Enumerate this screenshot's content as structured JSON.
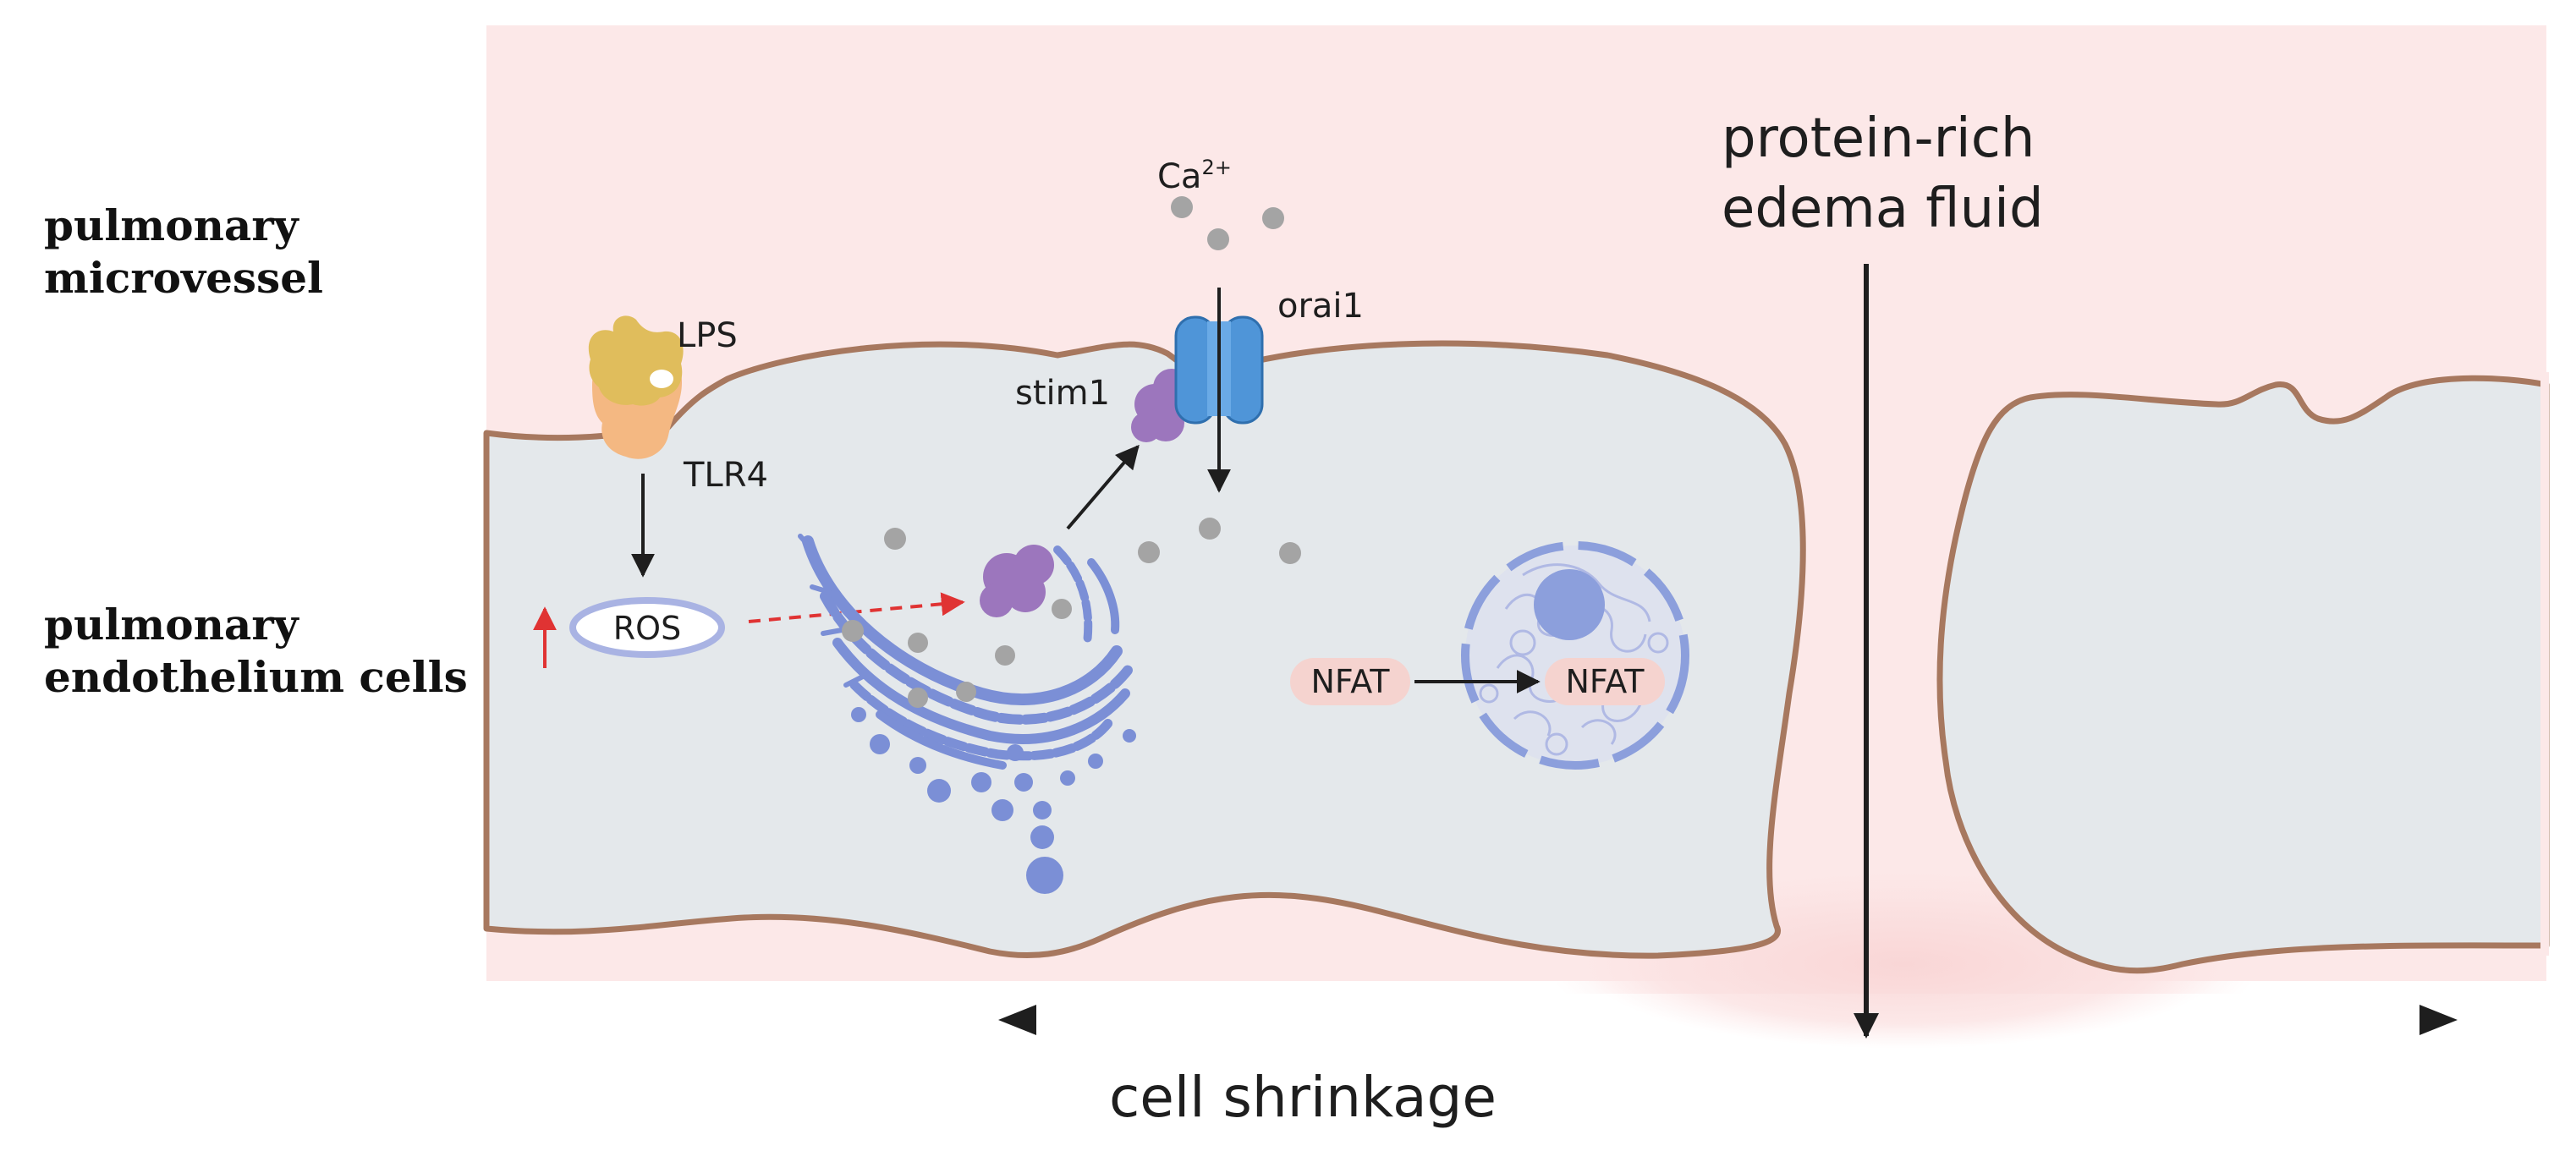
{
  "labels": {
    "region_top_line1": "pulmonary",
    "region_top_line2": "microvessel",
    "region_bottom_line1": "pulmonary",
    "region_bottom_line2": "endothelium cells",
    "lps": "LPS",
    "tlr4": "TLR4",
    "ros": "ROS",
    "ca_base": "Ca",
    "ca_charge": "2+",
    "orai1": "orai1",
    "stim1": "stim1",
    "nfat_cytoplasm": "NFAT",
    "nfat_nucleus": "NFAT",
    "edema_line1": "protein-rich",
    "edema_line2": "edema fluid",
    "shrinkage": "cell shrinkage"
  },
  "colors": {
    "vessel_background": "#fce8e8",
    "cell_fill": "#e4e8eb",
    "membrane": "#a7785f",
    "lps": "#e0bd5c",
    "tlr4": "#f4b882",
    "ros_ring": "#a9b3e3",
    "er": "#7b8fd6",
    "stim1": "#9c76bd",
    "orai1": "#4f95d8",
    "nucleus": "#8c9fdc",
    "nfat_pill": "#f5d3cf",
    "calcium_ion": "#a4a4a4",
    "ros_increase_arrow": "#e03333",
    "ros_to_er_arrow": "#e03333",
    "arrow": "#1e1e1e"
  },
  "icons": {
    "lps": "lps-molecule-icon",
    "tlr4": "tlr4-receptor-icon",
    "er": "endoplasmic-reticulum-icon",
    "stim1": "stim1-protein-icon",
    "orai1": "orai1-channel-icon",
    "nucleus": "nucleus-icon"
  }
}
